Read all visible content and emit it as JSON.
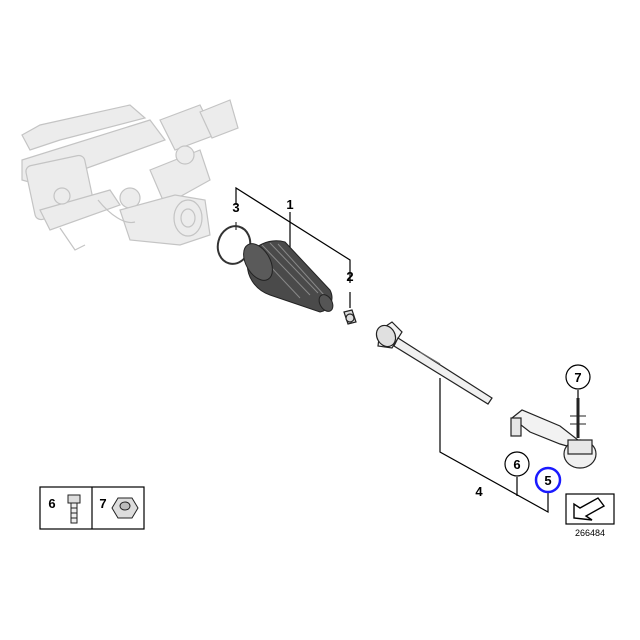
{
  "callouts": {
    "c1": "1",
    "c2": "2",
    "c3": "3",
    "c4": "4",
    "c5": "5",
    "c6": "6",
    "c7": "7"
  },
  "legend": {
    "item6": "6",
    "item7": "7"
  },
  "figure_number": "266484",
  "colors": {
    "line": "#000000",
    "ghost_part": "#c8c8c8",
    "highlight_ring": "#1a1aff",
    "boot": "#3a3a3a"
  }
}
